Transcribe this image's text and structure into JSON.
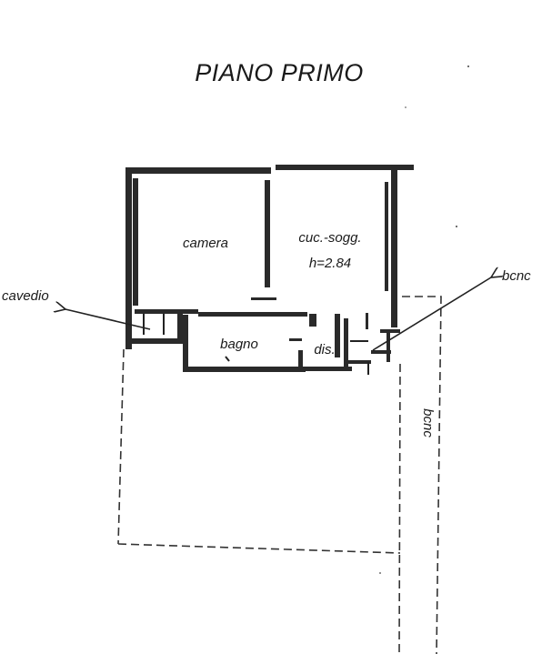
{
  "plan": {
    "title": "PIANO PRIMO",
    "rooms": {
      "camera": "camera",
      "kitchen": "cuc.-sogg.",
      "height": "h=2.84",
      "bathroom": "bagno",
      "hall": "dis."
    },
    "exterior": {
      "cavedio": "cavedio",
      "bcnc_top": "bcnc",
      "bcnc_side": "bcnc"
    }
  }
}
